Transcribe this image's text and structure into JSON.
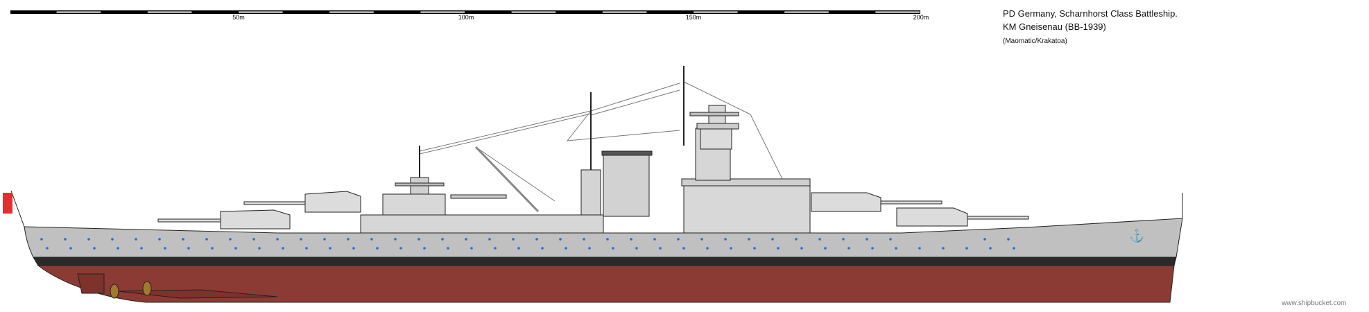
{
  "scale_bar": {
    "labels": [
      "50m",
      "100m",
      "150m",
      "200m"
    ],
    "max_meters": 200,
    "segments": 20
  },
  "header": {
    "line1": "PD Germany, Scharnhorst Class Battleship.",
    "line2": "KM Gneisenau (BB-1939)",
    "line3": "(Maomatic/Krakatoa)"
  },
  "watermark": "www.shipbucket.com",
  "colors": {
    "hull_grey": "#c0c0c0",
    "superstructure": "#dadada",
    "boot_top": "#2a2a2a",
    "antifouling_red": "#8b3b33",
    "porthole_blue": "#1e6fe0",
    "propeller_bronze": "#a07a2c"
  }
}
